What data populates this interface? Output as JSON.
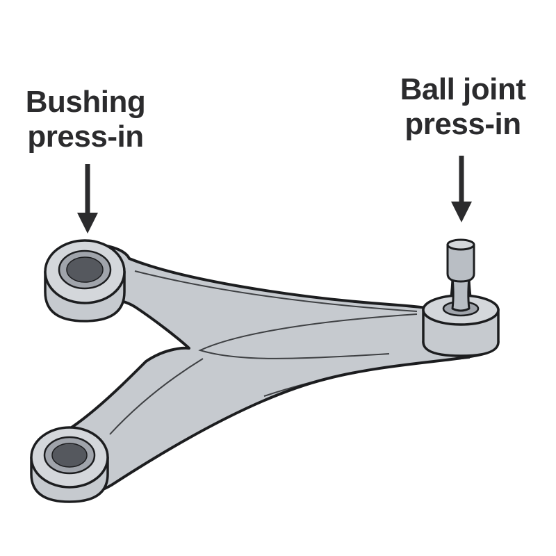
{
  "diagram": {
    "type": "technical-illustration",
    "subject": "suspension control arm with press-in points",
    "labels": {
      "bushing": {
        "line1": "Bushing",
        "line2": "press-in"
      },
      "ball_joint": {
        "line1": "Ball joint",
        "line2": "press-in"
      }
    },
    "icons": {
      "bushing_arrow": "down-arrow-icon",
      "ball_joint_arrow": "down-arrow-icon"
    },
    "colors": {
      "outline": "#1c1d1f",
      "ink": "#2b2b2d",
      "arm_fill": "#c6cacf",
      "face_light": "#d4d7db",
      "bushing_ring": "#a0a4ab",
      "bushing_core": "#55585e",
      "stud_fill": "#b9bec4",
      "background": "#ffffff"
    }
  }
}
